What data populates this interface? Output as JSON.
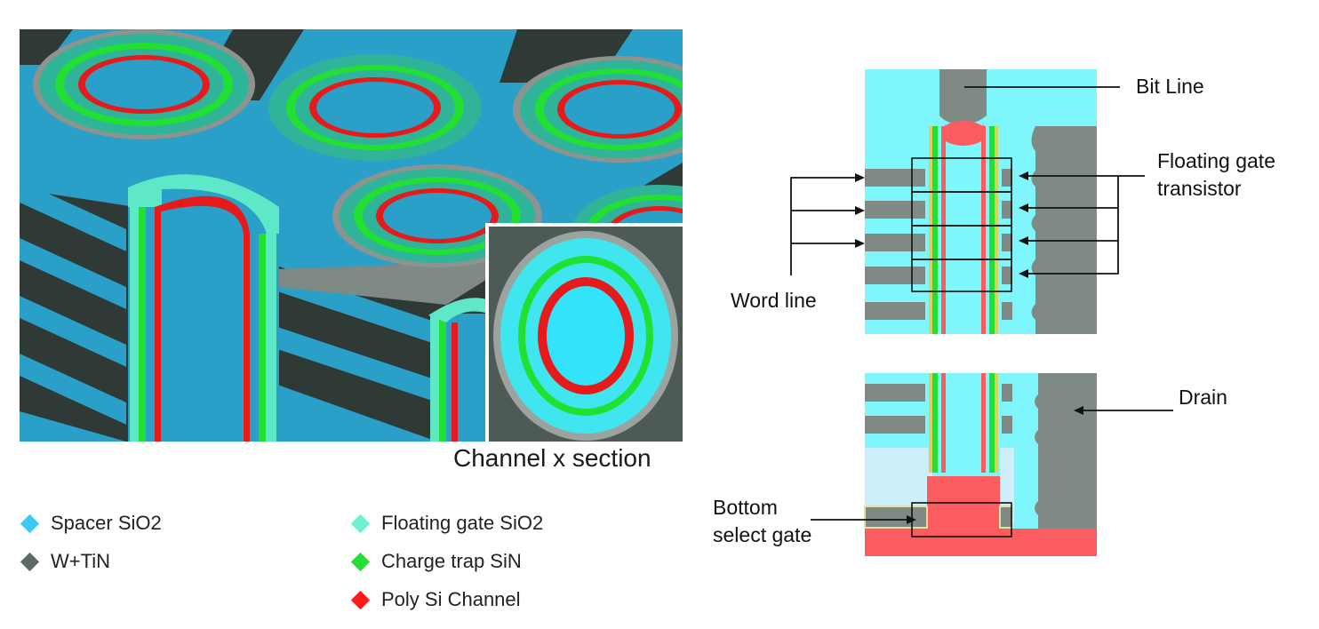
{
  "caption": "Channel x section",
  "legend": [
    {
      "label": "Spacer SiO2",
      "color": "#3ec8ef"
    },
    {
      "label": "W+TiN",
      "color": "#5f6a62"
    },
    {
      "label": "Floating gate SiO2",
      "color": "#6ff0d0"
    },
    {
      "label": "Charge trap SiN",
      "color": "#22e032"
    },
    {
      "label": "Poly Si Channel",
      "color": "#ff1a1a"
    }
  ],
  "labels": {
    "bit_line": "Bit Line",
    "floating_gate_1": "Floating gate",
    "floating_gate_2": "transistor",
    "word_line": "Word line",
    "drain": "Drain",
    "bottom_select_1": "Bottom",
    "bottom_select_2": "select gate"
  },
  "colors": {
    "spacer": "#2a9fc8",
    "wtin": "#2f3a36",
    "sio2_light": "#5ee8c8",
    "sin": "#22e032",
    "channel": "#e61a1a",
    "outline": "#8d9490",
    "cyan_fill": "#7ff6fb",
    "grey_metal": "#7f8a84",
    "salmon": "#fa5c60",
    "pale_blue": "#cdeefa"
  }
}
